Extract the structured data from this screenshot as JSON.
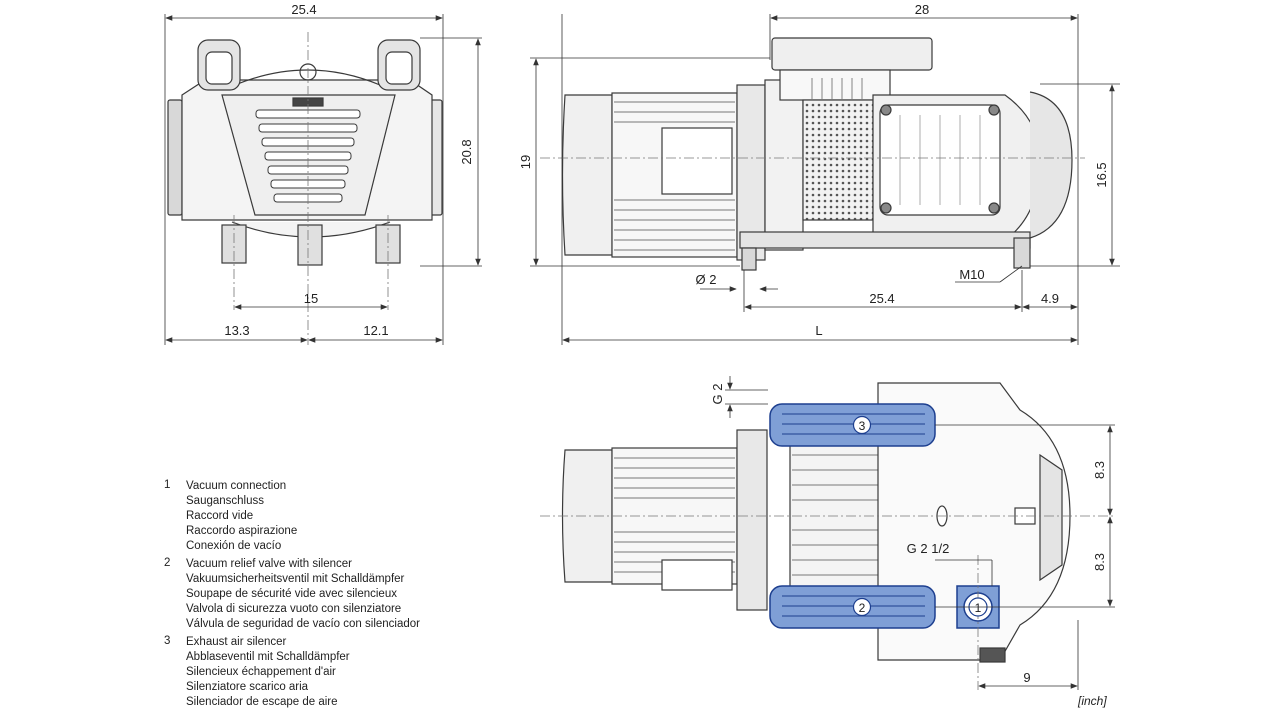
{
  "dimensions": {
    "front_width": "25.4",
    "front_height": "20.8",
    "front_port_spacing": "15",
    "front_left_offset": "13.3",
    "front_right_offset": "12.1",
    "side_overall": "28",
    "side_height": "19",
    "side_height_right": "16.5",
    "side_pin_dia": "Ø 2",
    "side_foot_span": "25.4",
    "side_thread": "M10",
    "side_end_offset": "4.9",
    "side_length": "L",
    "top_g2": "G 2",
    "top_upper": "8.3",
    "top_lower": "8.3",
    "top_port_thread": "G 2 1/2",
    "top_port_offset": "9"
  },
  "callouts": [
    "3",
    "2",
    "1"
  ],
  "legend": [
    {
      "num": "1",
      "lines": [
        "Vacuum connection",
        "Sauganschluss",
        "Raccord vide",
        "Raccordo aspirazione",
        "Conexión de vacío"
      ]
    },
    {
      "num": "2",
      "lines": [
        "Vacuum relief valve with silencer",
        "Vakuumsicherheitsventil mit Schalldämpfer",
        "Soupape de sécurité vide avec silencieux",
        "Valvola di sicurezza vuoto con silenziatore",
        "Válvula de seguridad de vacío con silenciador"
      ]
    },
    {
      "num": "3",
      "lines": [
        "Exhaust air silencer",
        "Abblaseventil mit Schalldämpfer",
        "Silencieux échappement d'air",
        "Silenziatore scarico aria",
        "Silenciador de escape de aire"
      ]
    }
  ],
  "unit": "[inch]",
  "colors": {
    "line": "#3a3a3a",
    "highlight_fill": "#7f9fd6",
    "highlight_stroke": "#1d3f8f",
    "grey": "#c8c8c8"
  }
}
